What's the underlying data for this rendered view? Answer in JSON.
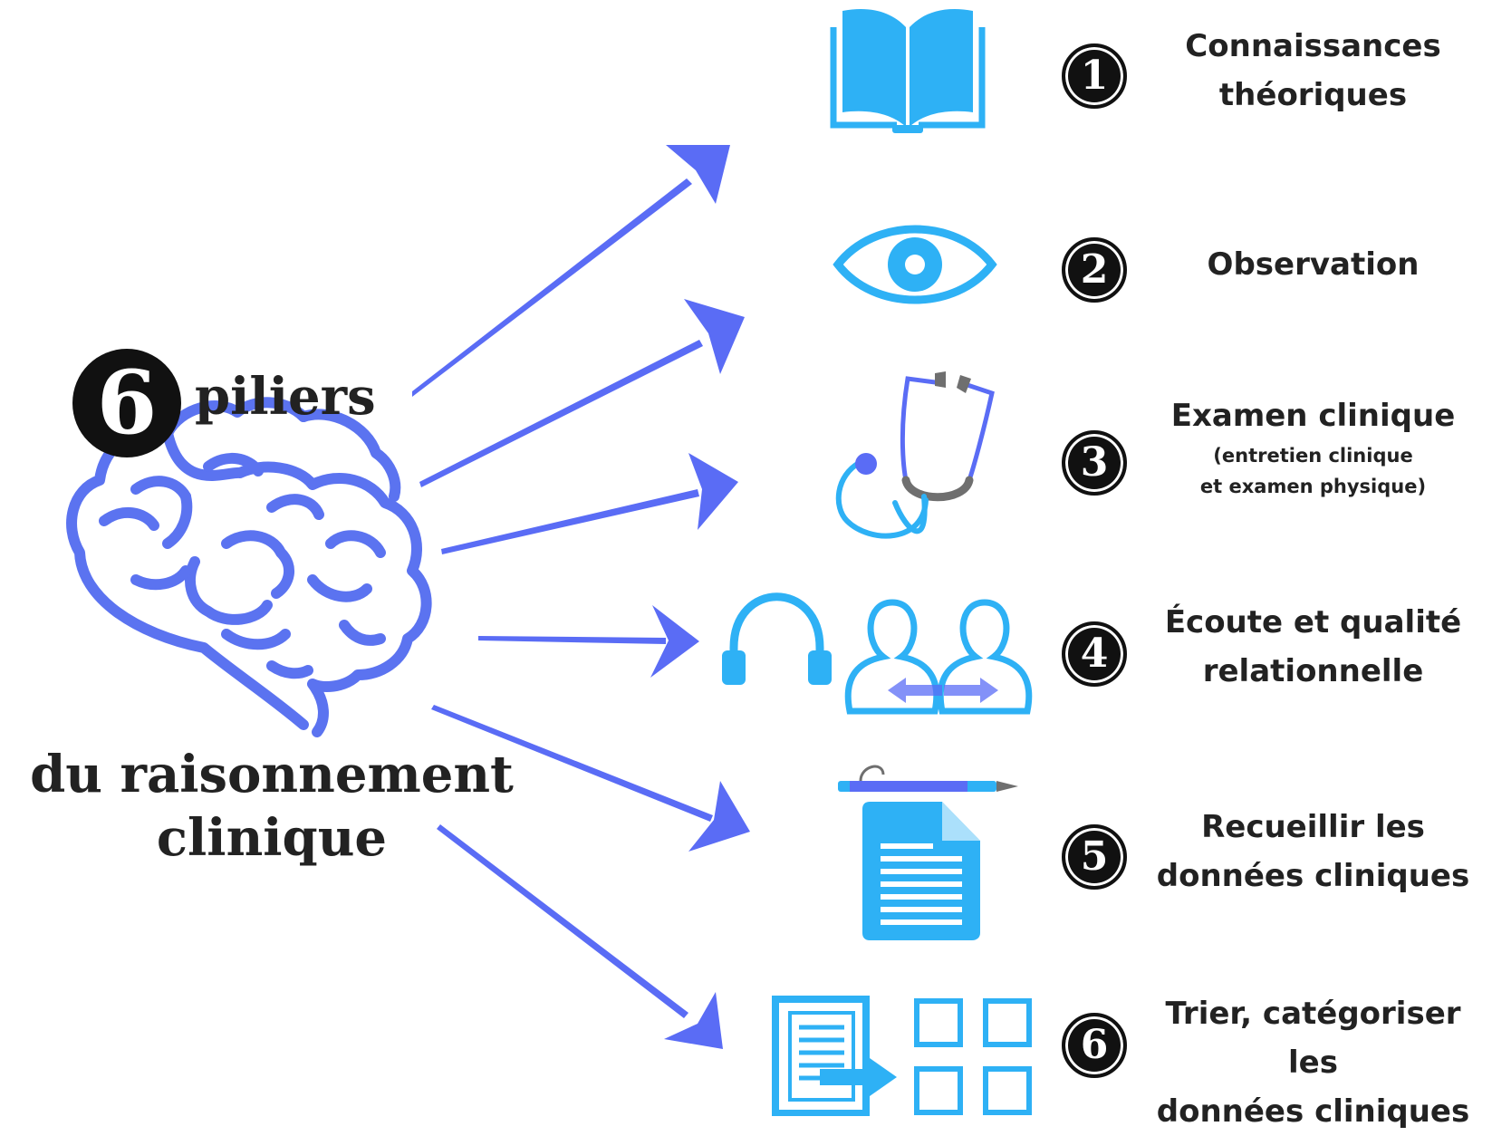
{
  "title": {
    "number": "6",
    "word": "piliers",
    "subtitle_line1": "du raisonnement",
    "subtitle_line2": "clinique"
  },
  "pillars": [
    {
      "number": "1",
      "line1": "Connaissances",
      "line2": "théoriques",
      "icon": "open-book-icon"
    },
    {
      "number": "2",
      "line1": "Observation",
      "icon": "eye-icon"
    },
    {
      "number": "3",
      "line1": "Examen clinique",
      "sub1": "(entretien clinique",
      "sub2": "et examen physique)",
      "icon": "stethoscope-icon"
    },
    {
      "number": "4",
      "line1": "Écoute et qualité",
      "line2": "relationnelle",
      "icon": "headphones-and-people-icon"
    },
    {
      "number": "5",
      "line1": "Recueillir les",
      "line2": "données cliniques",
      "icon": "document-and-pen-icon"
    },
    {
      "number": "6",
      "line1": "Trier, catégoriser les",
      "line2": "données cliniques",
      "icon": "sort-into-grid-icon"
    }
  ],
  "colors": {
    "arrow": "#5a6cf5",
    "icon": "#2eb1f5",
    "brain": "#5b73f0",
    "text": "#222222",
    "badge": "#111111"
  }
}
